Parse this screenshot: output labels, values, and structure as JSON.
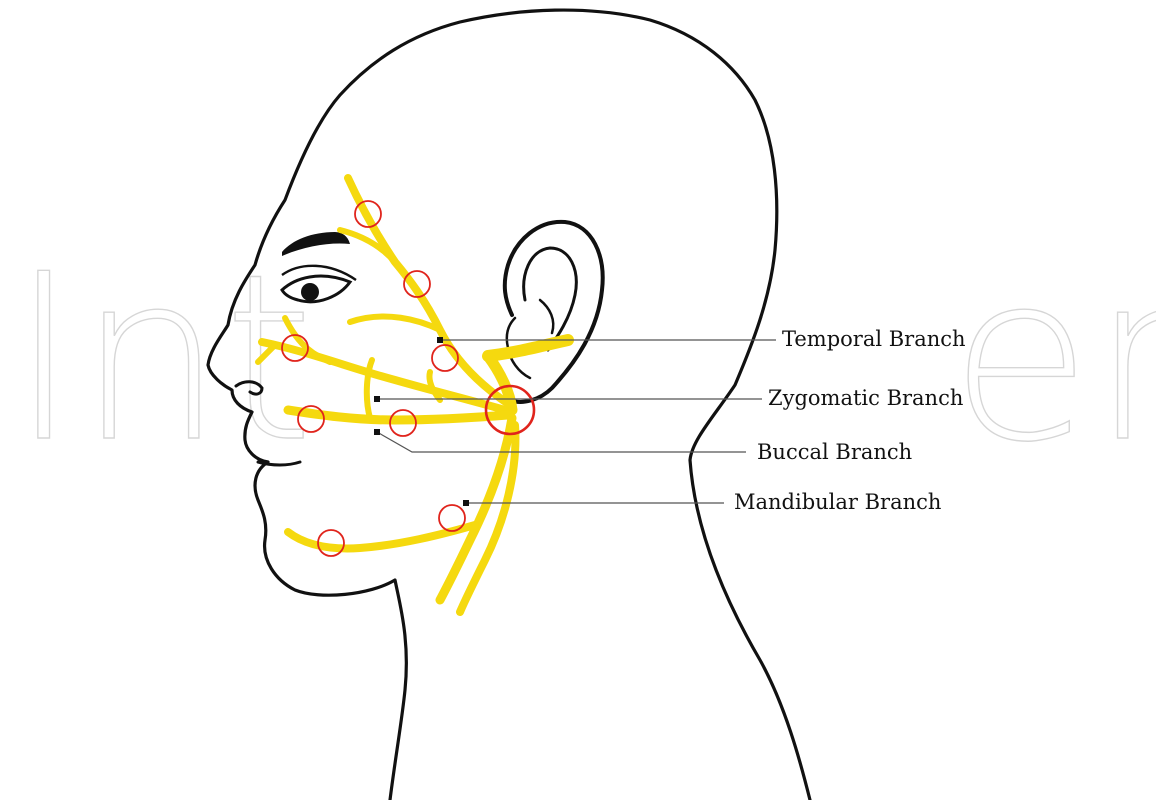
{
  "watermark": {
    "left": "Int",
    "right": "en"
  },
  "labels": {
    "temporal": "Temporal Branch",
    "zygomatic": "Zygomatic Branch",
    "buccal": "Buccal Branch",
    "mandibular": "Mandibular Branch"
  },
  "colors": {
    "outline": "#111111",
    "nerve": "#f5d90f",
    "marker": "#e0241c",
    "leader": "#555555",
    "watermark": "#d6d6d6"
  }
}
